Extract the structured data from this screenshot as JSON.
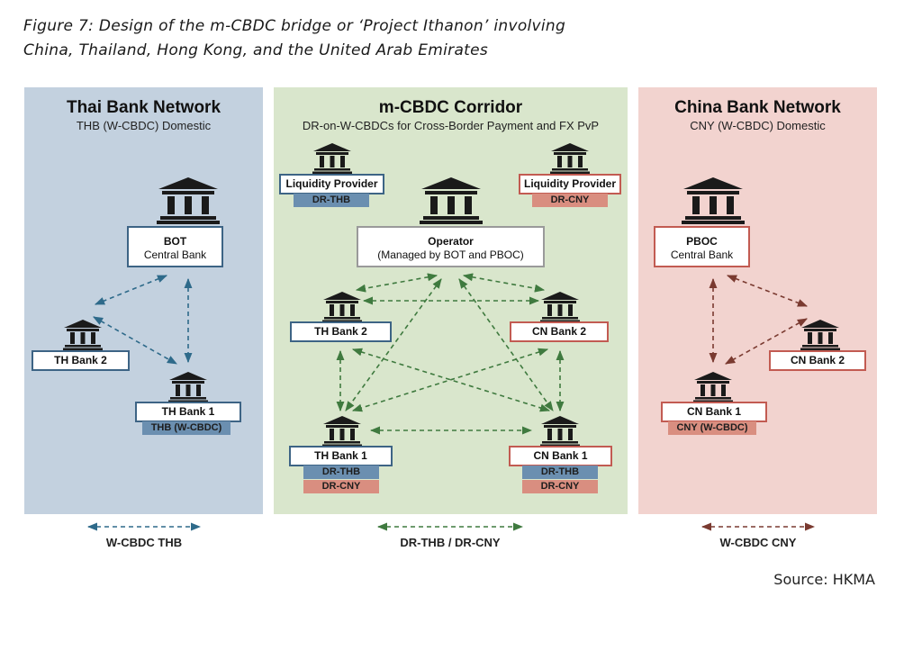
{
  "caption": {
    "line1": "Figure 7: Design of the m-CBDC bridge or ‘Project Ithanon’ involving",
    "line2": "China, Thailand, Hong Kong, and the United Arab Emirates"
  },
  "panels": {
    "thai": {
      "title": "Thai Bank Network",
      "subtitle": "THB (W-CBDC) Domestic",
      "color": "#c3d1df"
    },
    "corridor": {
      "title": "m-CBDC Corridor",
      "subtitle": "DR-on-W-CBDCs for Cross-Border Payment and FX PvP",
      "color": "#d9e6cc"
    },
    "china": {
      "title": "China Bank Network",
      "subtitle": "CNY (W-CBDC) Domestic",
      "color": "#f2d3cf"
    }
  },
  "thai_nodes": {
    "bot": {
      "name": "BOT",
      "role": "Central Bank"
    },
    "th_bank2": {
      "name": "TH Bank 2"
    },
    "th_bank1": {
      "name": "TH Bank 1",
      "tag": "THB (W-CBDC)"
    }
  },
  "corridor_nodes": {
    "lp_thb": {
      "name": "Liquidity Provider",
      "tag": "DR-THB"
    },
    "lp_cny": {
      "name": "Liquidity Provider",
      "tag": "DR-CNY"
    },
    "operator": {
      "name": "Operator",
      "role": "(Managed by BOT and PBOC)"
    },
    "th_bank2": {
      "name": "TH Bank 2"
    },
    "cn_bank2": {
      "name": "CN Bank 2"
    },
    "th_bank1": {
      "name": "TH Bank 1",
      "tag1": "DR-THB",
      "tag2": "DR-CNY"
    },
    "cn_bank1": {
      "name": "CN Bank 1",
      "tag1": "DR-THB",
      "tag2": "DR-CNY"
    }
  },
  "china_nodes": {
    "pboc": {
      "name": "PBOC",
      "role": "Central Bank"
    },
    "cn_bank2": {
      "name": "CN Bank 2"
    },
    "cn_bank1": {
      "name": "CN Bank 1",
      "tag": "CNY (W-CBDC)"
    }
  },
  "legend": {
    "thb": {
      "label": "W-CBDC THB",
      "color": "#2e6a8a"
    },
    "dr": {
      "label": "DR-THB / DR-CNY",
      "color": "#3f7a3f"
    },
    "cny": {
      "label": "W-CBDC CNY",
      "color": "#7a3a30"
    }
  },
  "source": "Source: HKMA"
}
